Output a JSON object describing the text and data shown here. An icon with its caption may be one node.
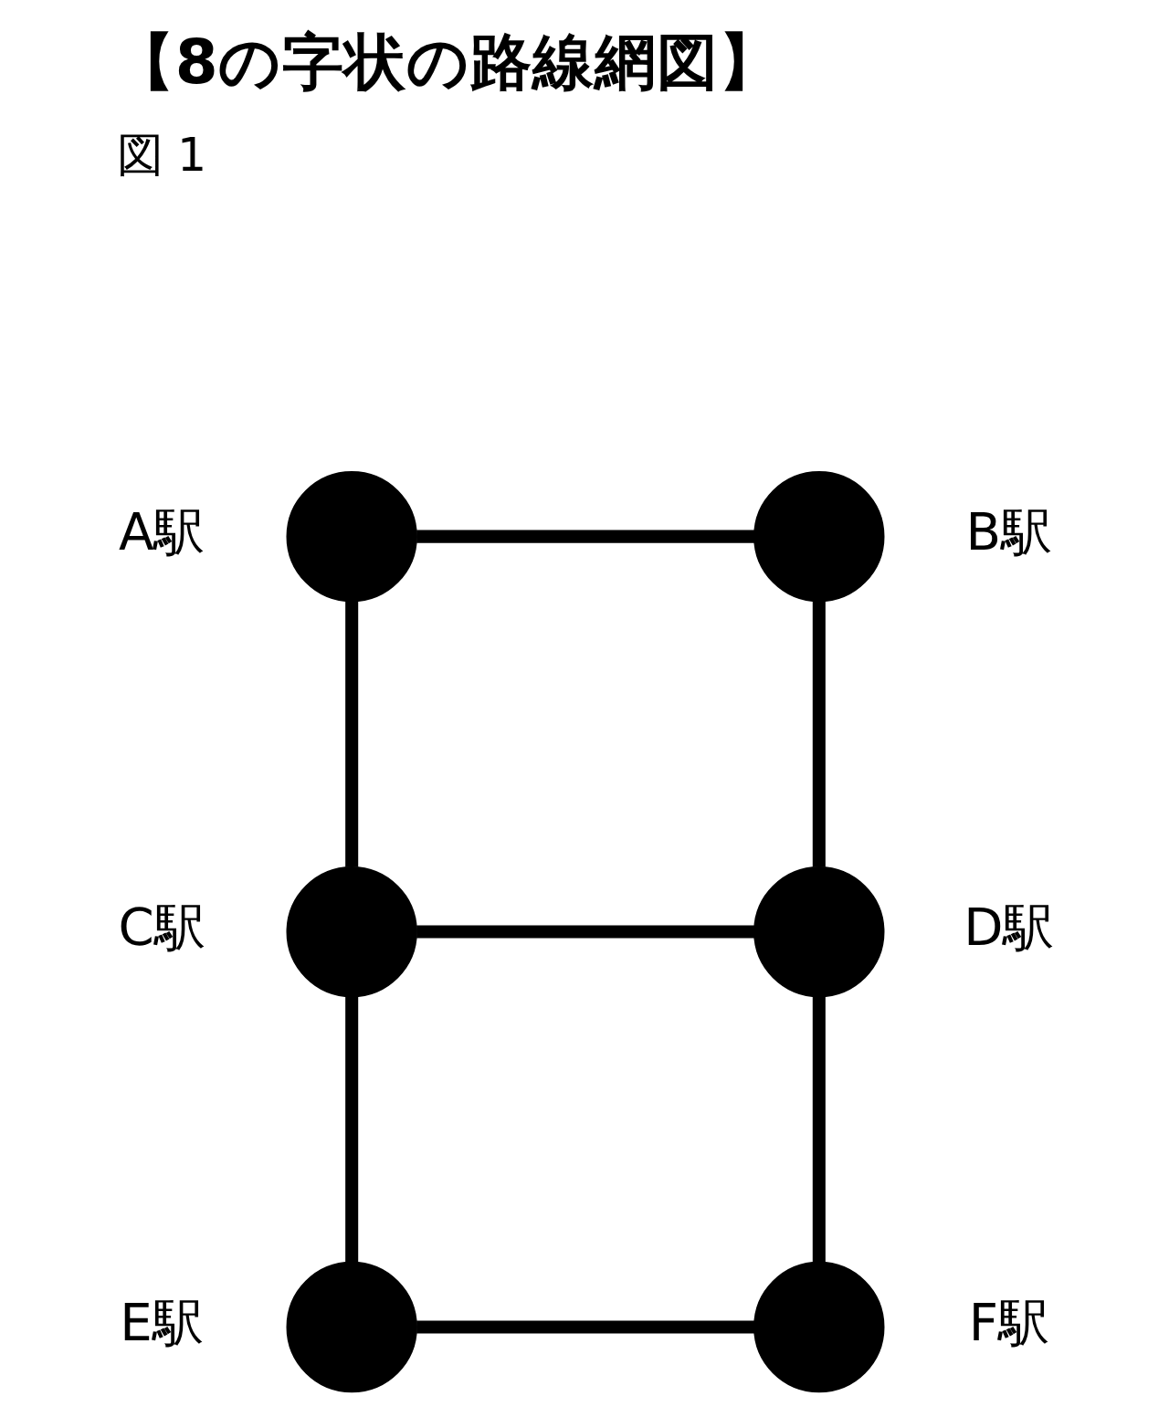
{
  "diagram": {
    "title": "【8の字状の路線網図】",
    "nodes": [
      {
        "text": [],
        "shape": "circle",
        "beside": [
          "A駅"
        ]
      },
      {
        "text": [],
        "shape": "circle",
        "beside": [
          "B駅"
        ]
      },
      {
        "text": [],
        "shape": "circle",
        "beside": [
          "C駅"
        ]
      },
      {
        "text": [],
        "shape": "circle",
        "beside": [
          "D駅"
        ]
      },
      {
        "text": [],
        "shape": "circle",
        "beside": [
          "E駅"
        ]
      },
      {
        "text": [],
        "shape": "circle",
        "beside": [
          "F駅"
        ]
      }
    ],
    "edges": [
      {
        "from": 0,
        "to": 1,
        "arrow": "none"
      },
      {
        "from": 0,
        "to": 2,
        "arrow": "none"
      },
      {
        "from": 1,
        "to": 3,
        "arrow": "none"
      },
      {
        "from": 2,
        "to": 3,
        "arrow": "none"
      },
      {
        "from": 2,
        "to": 4,
        "arrow": "none"
      },
      {
        "from": 3,
        "to": 5,
        "arrow": "none"
      },
      {
        "from": 4,
        "to": 5,
        "arrow": "none"
      }
    ],
    "labels": [
      "図 1"
    ]
  }
}
